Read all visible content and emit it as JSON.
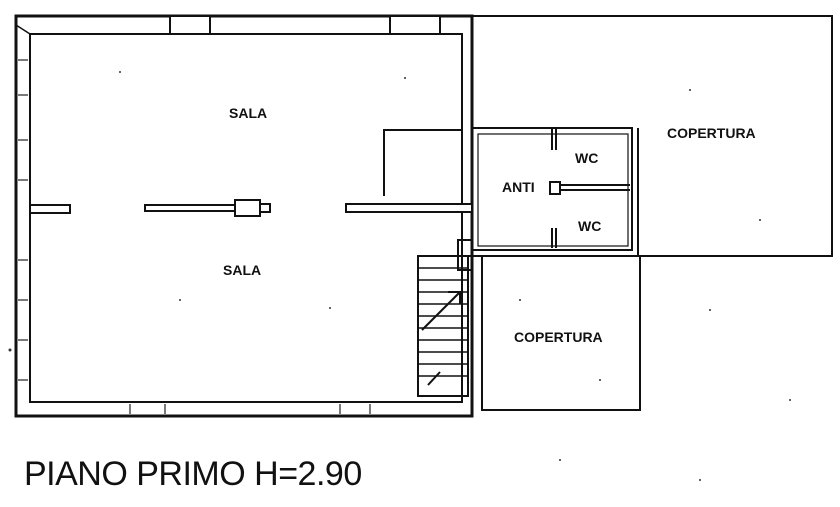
{
  "rooms": {
    "sala_upper": "SALA",
    "sala_lower": "SALA",
    "anti": "ANTI",
    "wc_upper": "WC",
    "wc_lower": "WC",
    "copertura_right": "COPERTURA",
    "copertura_lower": "COPERTURA"
  },
  "caption": "PIANO PRIMO H=2.90"
}
